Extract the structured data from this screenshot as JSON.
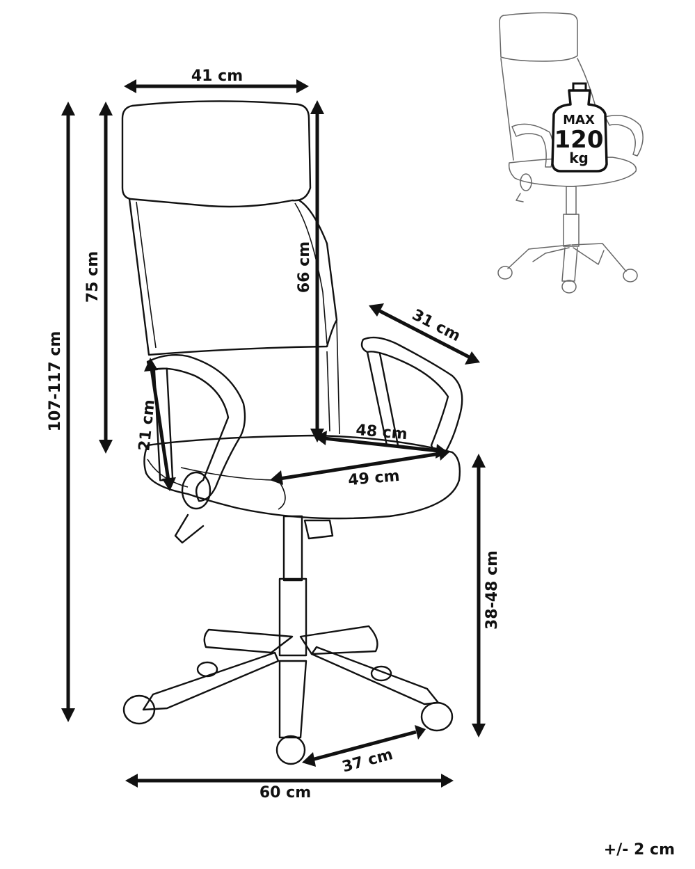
{
  "dimensions": {
    "width_backrest": "41 cm",
    "total_height": "107-117 cm",
    "backrest_height": "75 cm",
    "backrest_to_seat": "66 cm",
    "armrest_length": "31 cm",
    "armrest_height": "21 cm",
    "seat_depth": "48 cm",
    "seat_width": "49 cm",
    "seat_height": "38-48 cm",
    "leg_length": "37 cm",
    "base_width": "60 cm"
  },
  "tolerance": "+/- 2 cm",
  "max_load": {
    "label": "MAX",
    "value": "120",
    "unit": "kg"
  },
  "colors": {
    "line": "#111111",
    "thumbnail_line": "#666666"
  }
}
